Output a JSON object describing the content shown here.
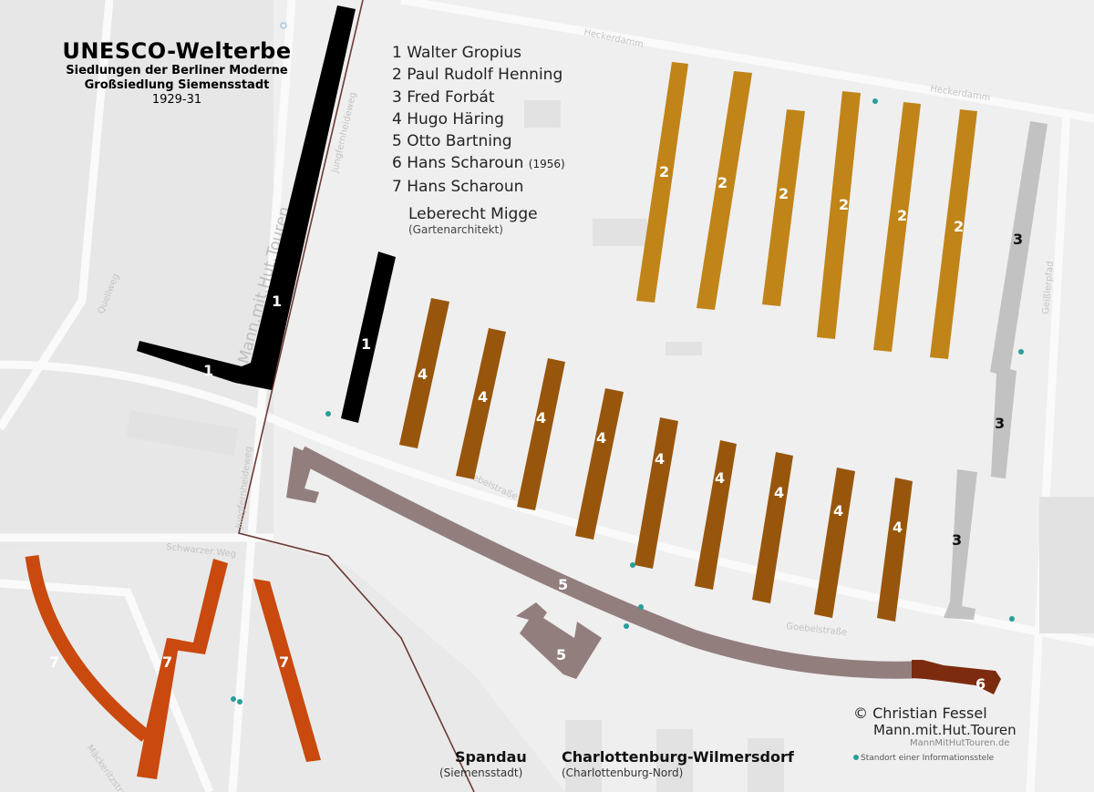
{
  "title": {
    "main": "UNESCO-Welterbe",
    "line1": "Siedlungen der Berliner Moderne",
    "line2": "Großsiedlung Siemensstadt",
    "years": "1929-31"
  },
  "legend": [
    {
      "num": "1",
      "name": "Walter Gropius",
      "note": "",
      "color": "#000000"
    },
    {
      "num": "2",
      "name": "Paul Rudolf Henning",
      "note": "",
      "color": "#c08418"
    },
    {
      "num": "3",
      "name": "Fred Forbát",
      "note": "",
      "color": "#c2c2c2"
    },
    {
      "num": "4",
      "name": "Hugo Häring",
      "note": "",
      "color": "#98560c"
    },
    {
      "num": "5",
      "name": "Otto Bartning",
      "note": "",
      "color": "#937e7e"
    },
    {
      "num": "6",
      "name": "Hans Scharoun",
      "note": "(1956)",
      "color": "#7c2b0e"
    },
    {
      "num": "7",
      "name": "Hans Scharoun",
      "note": "",
      "color": "#c9490e"
    }
  ],
  "migge": {
    "name": "Leberecht Migge",
    "role": "(Gartenarchitekt)"
  },
  "streets": {
    "heckerdamm": "Heckerdamm",
    "jungfernheideweg": "Jungfernheideweg",
    "goebelstrasse": "Goebelstraße",
    "schwarzer_weg": "Schwarzer Weg",
    "geisslerpfad": "Geißlerpfad",
    "quellweg": "Quellweg",
    "maeckeritzstrasse": "Mäckeritzstraße"
  },
  "watermark": "Mann.mit.Hut.Touren",
  "districts": {
    "spandau": "Spandau",
    "spandau_sub": "(Siemensstadt)",
    "charlottenburg": "Charlottenburg-Wilmersdorf",
    "charlottenburg_sub": "(Charlottenburg-Nord)"
  },
  "credits": {
    "copyright": "© Christian Fessel",
    "brand": "Mann.mit.Hut.Touren",
    "url": "MannMitHutTouren.de",
    "key": "Standort einer Informationsstele"
  },
  "colors": {
    "info_point": "#2a9d9a",
    "district_border": "#6b3a36"
  }
}
